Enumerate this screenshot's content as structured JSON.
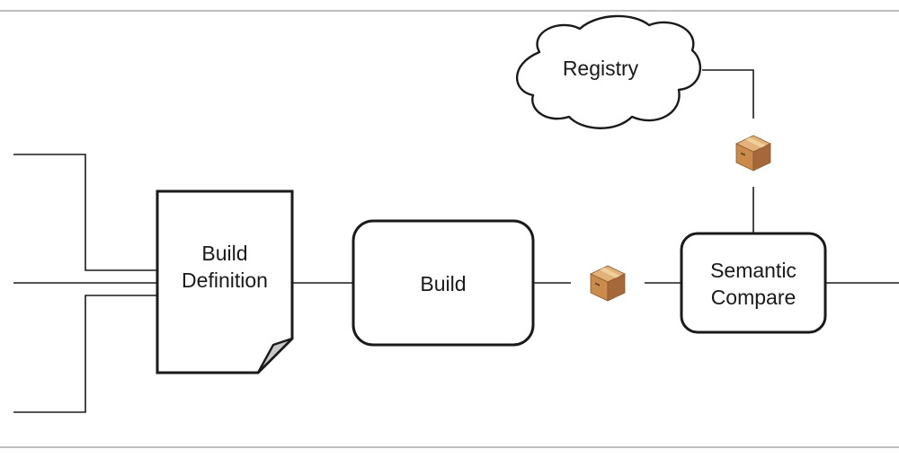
{
  "nodes": {
    "registry": {
      "label": "Registry"
    },
    "build_definition": {
      "line1": "Build",
      "line2": "Definition"
    },
    "build": {
      "label": "Build"
    },
    "semantic_compare": {
      "line1": "Semantic",
      "line2": "Compare"
    }
  },
  "icons": {
    "artifact_top": "package-icon",
    "artifact_middle": "package-icon"
  },
  "colors": {
    "stroke": "#1a1a1a",
    "frame": "#bdbdbd",
    "page_fold": "#c8c8c8",
    "box_front": "#c98a4c",
    "box_side": "#a5683a",
    "box_top": "#e2b27a"
  }
}
